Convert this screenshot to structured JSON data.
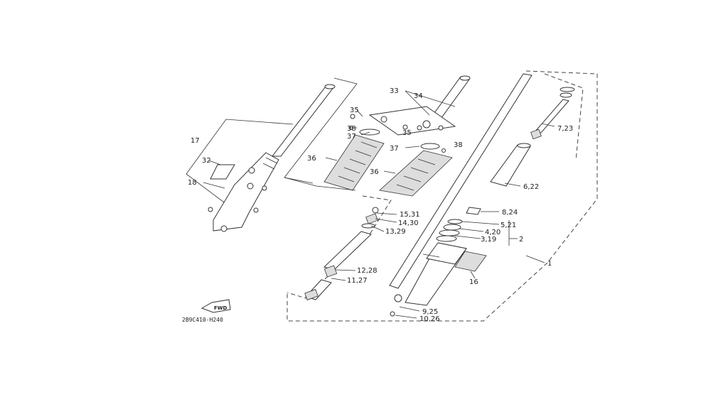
{
  "diagram_code": "2B9C410-H240",
  "fwd_label": "FWD",
  "labels": {
    "l1": "1",
    "l2": "2",
    "l3_19": "3,19",
    "l4_20": "4,20",
    "l5_21": "5,21",
    "l6_22": "6,22",
    "l7_23": "7,23",
    "l8_24": "8,24",
    "l9_25": "9,25",
    "l10_26": "10,26",
    "l11_27": "11,27",
    "l12_28": "12,28",
    "l13_29": "13,29",
    "l14_30": "14,30",
    "l15_31": "15,31",
    "l16": "16",
    "l17": "17",
    "l18": "18",
    "l32": "32",
    "l33": "33",
    "l34": "34",
    "l35a": "35",
    "l35b": "35",
    "l36a": "36",
    "l36b": "36",
    "l37a": "37",
    "l37b": "37",
    "l38a": "38",
    "l38b": "38"
  }
}
